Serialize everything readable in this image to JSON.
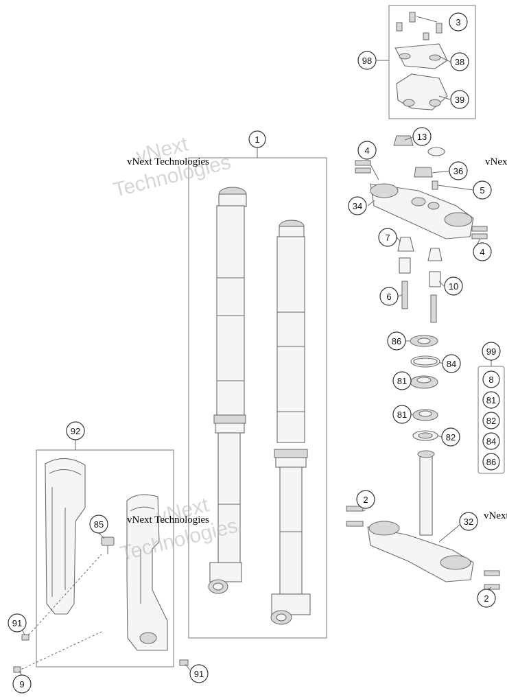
{
  "watermark": {
    "line": "vNext Technologies",
    "big1": "vNext",
    "big2": "Technologies"
  },
  "callouts": {
    "c1": "1",
    "c2a": "2",
    "c2b": "2",
    "c3": "3",
    "c4a": "4",
    "c4b": "4",
    "c5": "5",
    "c6": "6",
    "c7": "7",
    "c8": "8",
    "c9": "9",
    "c10": "10",
    "c13": "13",
    "c32": "32",
    "c34": "34",
    "c36": "36",
    "c38": "38",
    "c39": "39",
    "c81a": "81",
    "c81b": "81",
    "c81c": "81",
    "c82a": "82",
    "c82b": "82",
    "c84a": "84",
    "c84b": "84",
    "c85": "85",
    "c86a": "86",
    "c86b": "86",
    "c91a": "91",
    "c91b": "91",
    "c92": "92",
    "c98": "98",
    "c99": "99"
  },
  "colors": {
    "line": "#555555",
    "part_stroke": "#6a6a6a",
    "part_fill": "#f4f4f4",
    "dark": "#9a9a9a"
  }
}
